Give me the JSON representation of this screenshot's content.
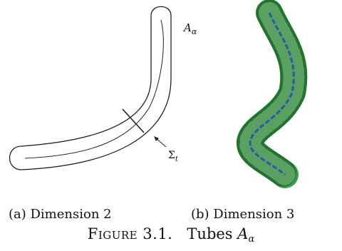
{
  "figure": {
    "label_a_alpha": "A",
    "label_a_alpha_sub": "α",
    "label_sigma": "Σ",
    "label_sigma_sub": "t",
    "subcaption_a": "(a) Dimension 2",
    "subcaption_b": "(b) Dimension 3",
    "caption_number": "Figure 3.1.",
    "caption_text": "Tubes",
    "caption_symbol": "A",
    "caption_symbol_sub": "α"
  },
  "colors": {
    "tube_fill": "#3aa44a",
    "tube_mesh": "#0d4a1a",
    "core_curve": "#2c5aa0",
    "line": "#222222"
  }
}
